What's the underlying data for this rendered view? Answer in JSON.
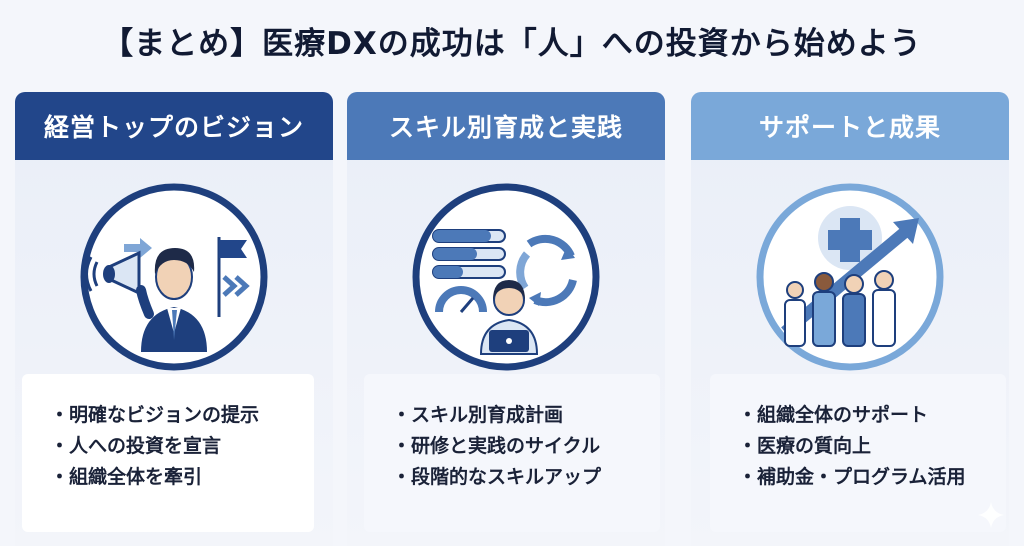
{
  "title": "【まとめ】医療DXの成功は「人」への投資から始めよう",
  "columns": [
    {
      "heading": "経営トップのビジョン",
      "icon": "executive-megaphone-flag-icon",
      "items": [
        "明確なビジョンの提示",
        "人への投資を宣言",
        "組織全体を牽引"
      ]
    },
    {
      "heading": "スキル別育成と実践",
      "icon": "skill-bars-cycle-learner-icon",
      "items": [
        "スキル別育成計画",
        "研修と実践のサイクル",
        "段階的なスキルアップ"
      ]
    },
    {
      "heading": "サポートと成果",
      "icon": "medical-team-growth-icon",
      "items": [
        "組織全体のサポート",
        "医療の質向上",
        "補助金・プログラム活用"
      ]
    }
  ],
  "colors": {
    "col1_header": "#22468a",
    "col2_header": "#4c79b8",
    "col3_header": "#7aa8d9",
    "title_text": "#111a33"
  }
}
